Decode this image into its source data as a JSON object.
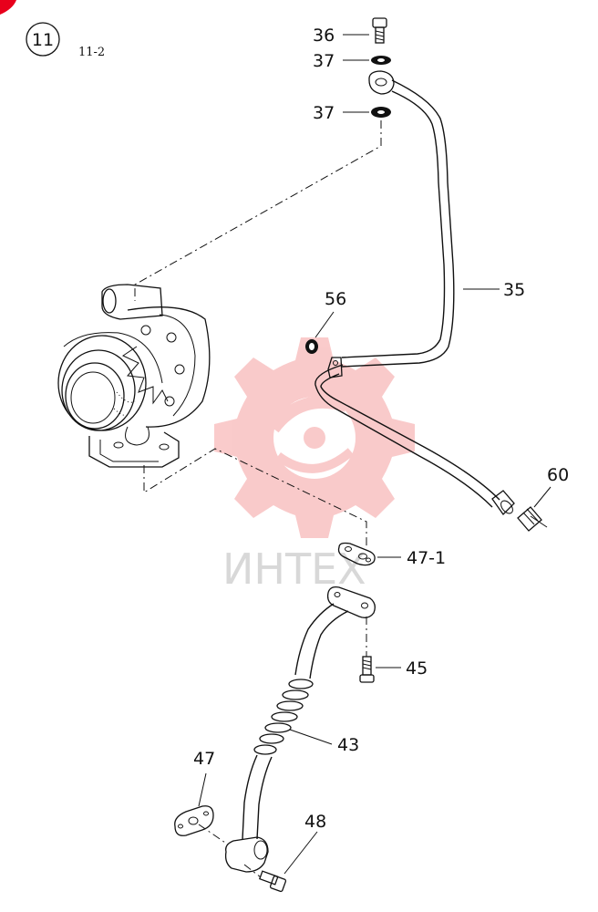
{
  "diagram": {
    "circle_number": "11",
    "sub_ref": "11-2",
    "watermark_text": "ИНТЕХ",
    "watermark_color": "#f5a0a0",
    "corner_mark_color": "#e8001c",
    "callouts": [
      {
        "id": "36",
        "label": "36"
      },
      {
        "id": "37a",
        "label": "37"
      },
      {
        "id": "37b",
        "label": "37"
      },
      {
        "id": "56",
        "label": "56"
      },
      {
        "id": "35",
        "label": "35"
      },
      {
        "id": "60",
        "label": "60"
      },
      {
        "id": "47-1",
        "label": "47-1"
      },
      {
        "id": "45",
        "label": "45"
      },
      {
        "id": "43",
        "label": "43"
      },
      {
        "id": "47",
        "label": "47"
      },
      {
        "id": "48",
        "label": "48"
      }
    ]
  }
}
